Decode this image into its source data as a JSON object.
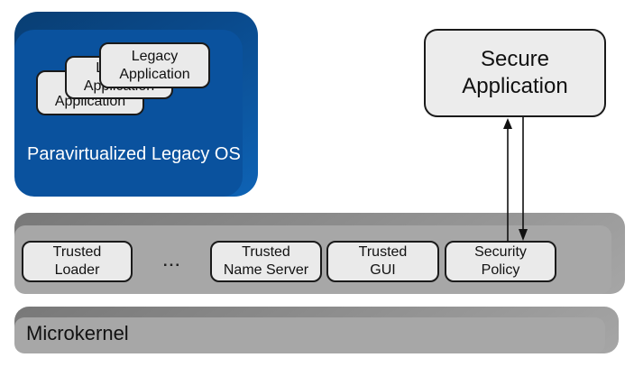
{
  "legacy_os": {
    "label": "Paravirtualized Legacy OS",
    "apps": [
      {
        "label": "Legacy\nApplication"
      },
      {
        "label": "Legacy\nApplication"
      },
      {
        "label": "Legacy\nApplication"
      }
    ]
  },
  "secure_app": {
    "label": "Secure\nApplication"
  },
  "services": {
    "ellipsis": "...",
    "items": [
      {
        "label": "Trusted\nLoader"
      },
      {
        "label": "Trusted\nName Server"
      },
      {
        "label": "Trusted\nGUI"
      },
      {
        "label": "Security\nPolicy"
      }
    ]
  },
  "microkernel": {
    "label": "Microkernel"
  },
  "colors": {
    "legacy_os_face": "#0a529e",
    "legacy_os_edge_dark": "#093e73",
    "legacy_os_edge_light": "#0e63b5",
    "bar_face": "#a7a7a7",
    "bar_edge": "#808080",
    "node_fill": "#eaeaea",
    "node_border": "#1a1a1a",
    "os_label_text": "#ffffff",
    "arrow": "#111111"
  }
}
